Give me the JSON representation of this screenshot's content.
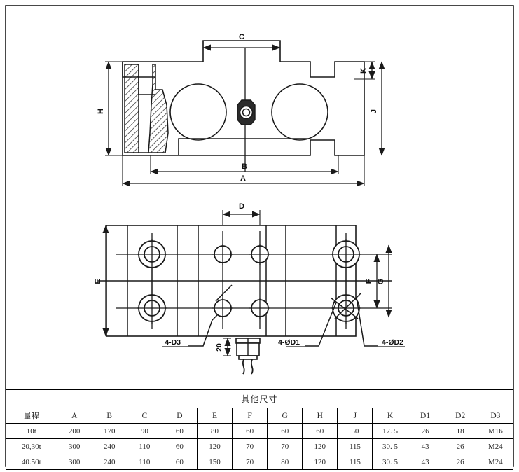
{
  "drawing": {
    "kind": "load-cell-mechanical-drawing",
    "line_color": "#1a1a1a",
    "hatch_color": "#1a1a1a",
    "background": "#ffffff",
    "front_view": {
      "name": "front-section-view",
      "dimension_labels": [
        "C",
        "H",
        "K",
        "J",
        "B",
        "A"
      ],
      "features": [
        "hatched-section",
        "left-bore-circle",
        "right-bore-circle",
        "center-hex-nut",
        "center-line"
      ]
    },
    "plan_view": {
      "name": "plan-bottom-view",
      "dimension_labels": [
        "D",
        "E",
        "F",
        "G",
        "20"
      ],
      "leader_labels": [
        "4-D3",
        "4-ØD1",
        "4-ØD2"
      ],
      "features": [
        "four-counterbored-holes",
        "four-small-holes",
        "cable-gland",
        "cable-leads"
      ]
    }
  },
  "table": {
    "title": "其他尺寸",
    "headers": [
      "量程",
      "A",
      "B",
      "C",
      "D",
      "E",
      "F",
      "G",
      "H",
      "J",
      "K",
      "D1",
      "D2",
      "D3"
    ],
    "rows": [
      [
        "10t",
        "200",
        "170",
        "90",
        "60",
        "80",
        "60",
        "60",
        "60",
        "50",
        "17. 5",
        "26",
        "18",
        "M16"
      ],
      [
        "20,30t",
        "300",
        "240",
        "110",
        "60",
        "120",
        "70",
        "70",
        "120",
        "115",
        "30. 5",
        "43",
        "26",
        "M24"
      ],
      [
        "40.50t",
        "300",
        "240",
        "110",
        "60",
        "150",
        "70",
        "80",
        "120",
        "115",
        "30. 5",
        "43",
        "26",
        "M24"
      ]
    ]
  }
}
